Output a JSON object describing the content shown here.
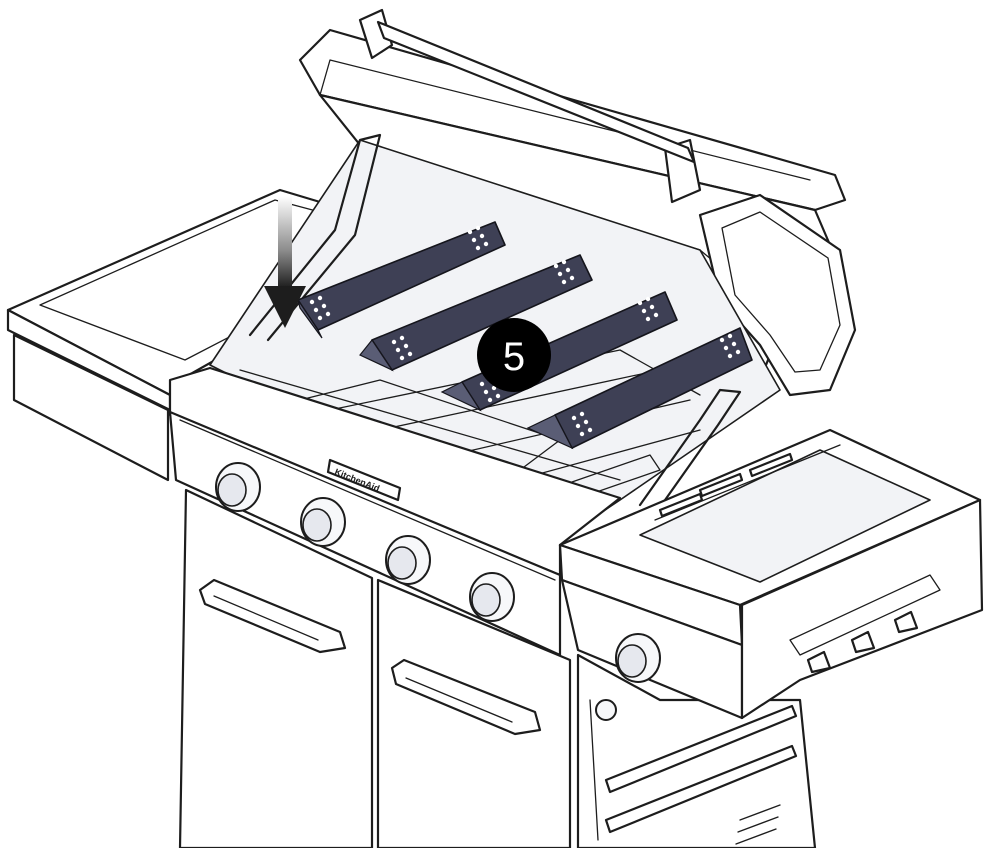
{
  "diagram": {
    "step_number": "5",
    "brand_label": "KitchenAid",
    "tent_color": "#3e4055",
    "arrow_color": "#1d1d1d",
    "badge_color": "#000000",
    "tent_count": 4,
    "front_knob_count": 4
  }
}
